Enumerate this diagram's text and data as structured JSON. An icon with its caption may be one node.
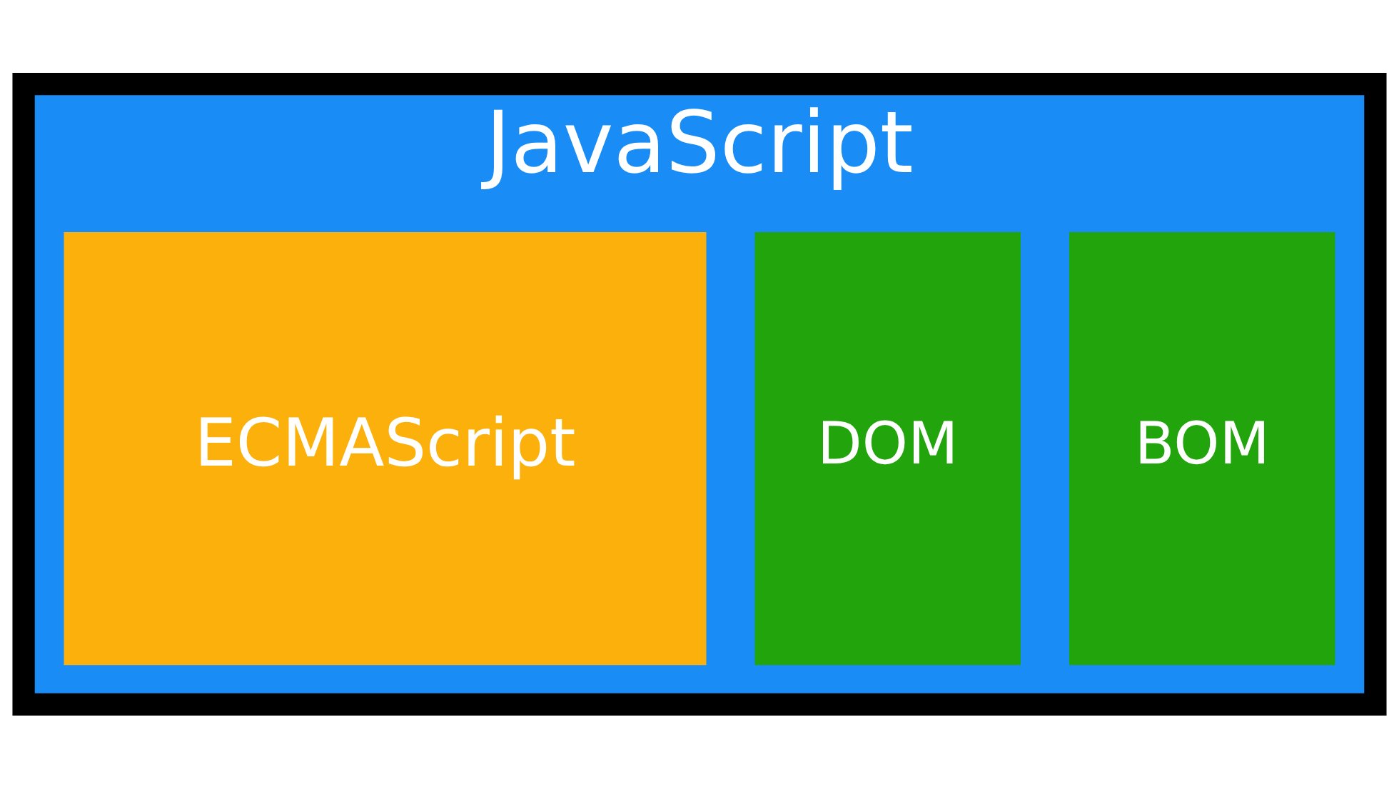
{
  "diagram": {
    "nodes": [
      {
        "text": [
          "JavaScript"
        ]
      },
      {
        "text": [
          "ECMAScript"
        ],
        "in": 0
      },
      {
        "text": [
          "DOM"
        ],
        "in": 0
      },
      {
        "text": [
          "BOM"
        ],
        "in": 0
      }
    ]
  }
}
